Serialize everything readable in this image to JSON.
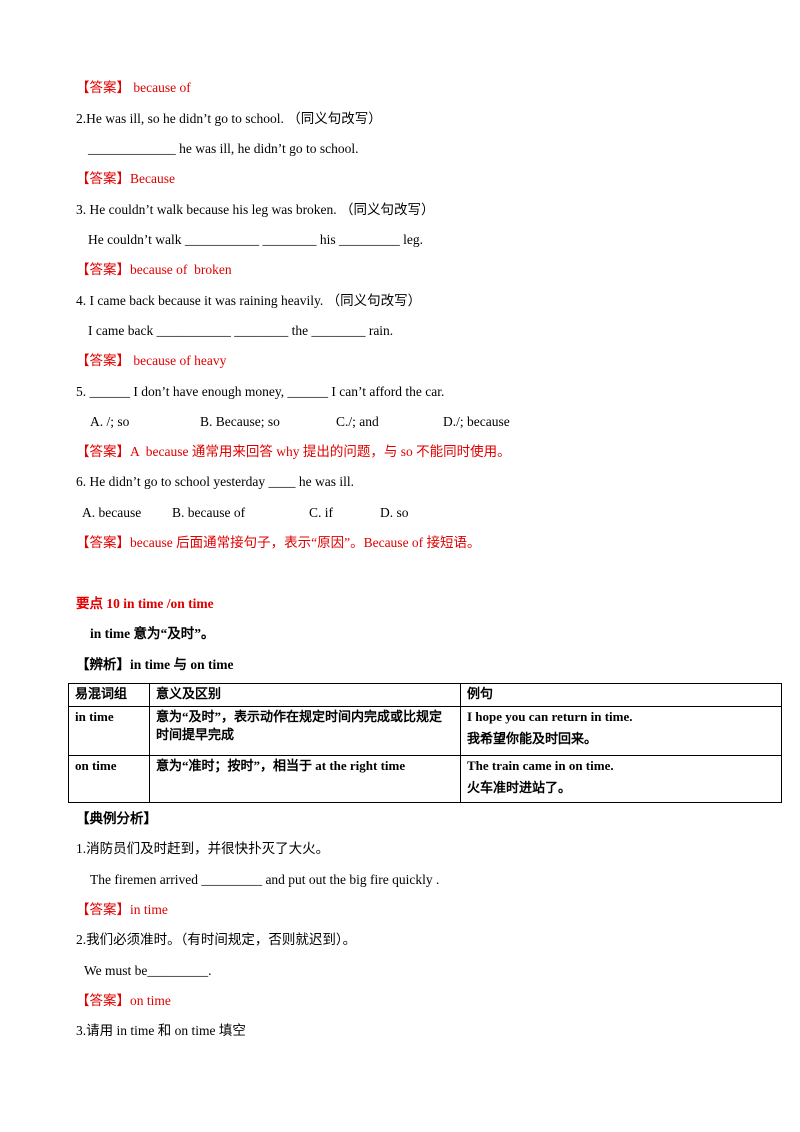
{
  "lines": [
    {
      "id": "ans1",
      "text": "【答案】 because of",
      "red": true
    },
    {
      "id": "q2",
      "text": "2.He was ill, so he didn’t go to school. （同义句改写）"
    },
    {
      "id": "q2b",
      "text": "_____________ he was ill, he didn’t go to school."
    },
    {
      "id": "ans2",
      "text": "【答案】Because",
      "red": true
    },
    {
      "id": "q3",
      "text": "3. He couldn’t walk because his leg was broken. （同义句改写）"
    },
    {
      "id": "q3b",
      "text": "He couldn’t walk ___________ ________ his _________ leg."
    },
    {
      "id": "ans3",
      "text": "【答案】because of  broken",
      "red": true
    },
    {
      "id": "q4",
      "text": "4. I came back because it was raining heavily. （同义句改写）"
    },
    {
      "id": "q4b",
      "text": "I came back ___________ ________ the ________ rain."
    },
    {
      "id": "ans4",
      "text": "【答案】 because of heavy",
      "red": true
    },
    {
      "id": "q5",
      "text": "5. ______ I don’t have enough money, ______ I can’t afford the car."
    },
    {
      "id": "ans5",
      "text": "【答案】A  because 通常用来回答 why 提出的问题，与 so 不能同时使用。",
      "red": true
    },
    {
      "id": "q6",
      "text": "6. He didn’t go to school yesterday ____ he was ill."
    },
    {
      "id": "ans6",
      "text": "【答案】because 后面通常接句子，表示“原因”。Because of 接短语。",
      "red": true
    },
    {
      "id": "heading",
      "text": "要点 10 in time /on time",
      "red": true,
      "bold": true
    },
    {
      "id": "meaning",
      "text": "in time 意为“及时”。",
      "bold": true
    },
    {
      "id": "analysis",
      "text": "【辨析】in time 与 on time",
      "bold": true
    },
    {
      "id": "examples",
      "text": "【典例分析】",
      "bold": true
    },
    {
      "id": "e1",
      "text": "1.消防员们及时赶到，并很快扑灭了大火。"
    },
    {
      "id": "e1b",
      "text": "The firemen arrived _________ and put out the big fire quickly ."
    },
    {
      "id": "eans1",
      "text": "【答案】in time",
      "red": true
    },
    {
      "id": "e2",
      "text": "2.我们必须准时。（有时间规定，否则就迟到）。"
    },
    {
      "id": "e2b",
      "text": "We must be_________."
    },
    {
      "id": "eans2",
      "text": "【答案】on time",
      "red": true
    },
    {
      "id": "e3",
      "text": "3.请用 in time 和 on time 填空"
    }
  ],
  "q5_options": [
    "A. /; so",
    "B. Because; so",
    "C./; and",
    "D./; because"
  ],
  "q6_options": [
    "A. because",
    "B. because of",
    "C. if",
    "D. so"
  ],
  "table": {
    "headers": [
      "易混词组",
      "意义及区别",
      "例句"
    ],
    "rows": [
      {
        "phrase": "in time",
        "meaning": "意为“及时”，表示动作在规定时间内完成或比规定时间提早完成",
        "example_en": "I hope you can return in time.",
        "example_zh": "我希望你能及时回来。"
      },
      {
        "phrase": "on time",
        "meaning": "意为“准时；按时”，相当于 at the right time",
        "example_en": "The train came in on time.",
        "example_zh": "火车准时进站了。"
      }
    ]
  }
}
